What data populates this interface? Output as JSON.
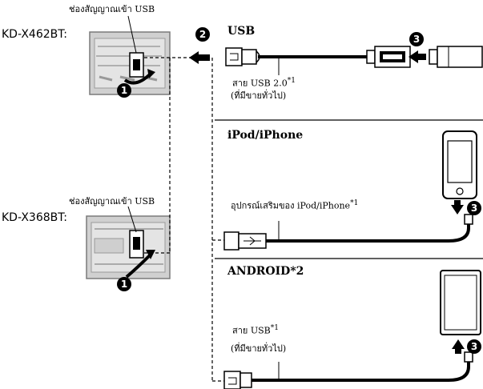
{
  "units": [
    {
      "model": "KD-X462BT:",
      "port_label": "ช่องสัญญาณเข้า USB",
      "step": "1"
    },
    {
      "model": "KD-X368BT:",
      "port_label": "ช่องสัญญาณเข้า USB",
      "step": "1"
    }
  ],
  "connect_step": "2",
  "sections": {
    "usb": {
      "title": "USB",
      "cable_line1": "สาย USB 2.0",
      "cable_sup": "*1",
      "cable_line2": "(ที่มีขายทั่วไป)",
      "step": "3"
    },
    "ipod": {
      "title": "iPod/iPhone",
      "accessory": "อุปกรณ์เสริมของ iPod/iPhone",
      "accessory_sup": "*1",
      "step": "3"
    },
    "android": {
      "title": "ANDROID*2",
      "cable_line1": "สาย USB",
      "cable_sup": "*1",
      "cable_line2": "(ที่มีขายทั่วไป)",
      "step": "3"
    }
  }
}
